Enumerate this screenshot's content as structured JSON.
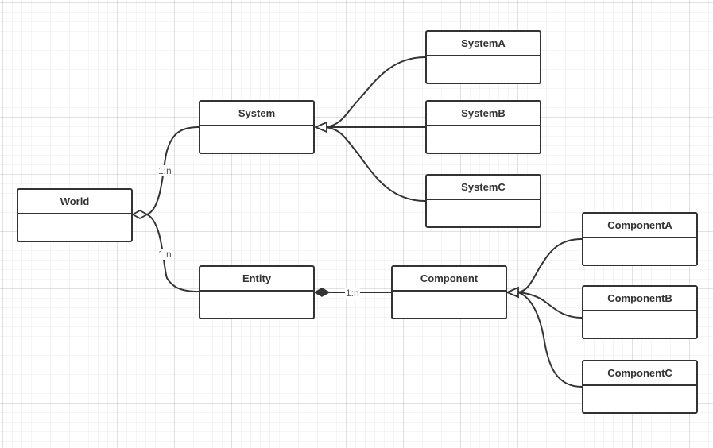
{
  "colors": {
    "stroke": "#333333",
    "background": "#ffffff",
    "label": "#555555"
  },
  "classes": {
    "world": {
      "name": "World"
    },
    "system": {
      "name": "System"
    },
    "entity": {
      "name": "Entity"
    },
    "component": {
      "name": "Component"
    },
    "system_a": {
      "name": "SystemA"
    },
    "system_b": {
      "name": "SystemB"
    },
    "system_c": {
      "name": "SystemC"
    },
    "component_a": {
      "name": "ComponentA"
    },
    "component_b": {
      "name": "ComponentB"
    },
    "component_c": {
      "name": "ComponentC"
    }
  },
  "relations": {
    "world_system": {
      "type": "aggregation",
      "multiplicity": "1:n"
    },
    "world_entity": {
      "type": "aggregation",
      "multiplicity": "1:n"
    },
    "entity_component": {
      "type": "composition",
      "multiplicity": "1:n"
    },
    "system_subclasses": {
      "type": "generalization"
    },
    "component_subclasses": {
      "type": "generalization"
    }
  }
}
